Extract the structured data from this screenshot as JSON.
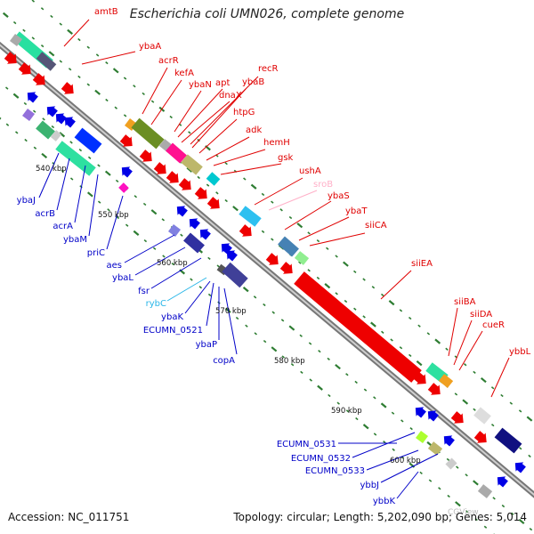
{
  "title": "Escherichia coli UMN026, complete genome",
  "accession_label": "Accession:",
  "accession": "NC_011751",
  "topology_label": "Topology:",
  "topology": "circular",
  "length_label": "Length:",
  "length": "5,202,090 bp",
  "genes_label": "Genes:",
  "genes": "5,014",
  "colors": {
    "forward_label": "#e00000",
    "reverse_label": "#0000c8",
    "rrna_label": "#ffb0c8",
    "ncrna_label": "#29b6e8",
    "backbone": "#888888",
    "tick": "#2e7d32"
  },
  "kbp_markers": [
    "540 kbp",
    "550 kbp",
    "560 kbp",
    "570 kbp",
    "580 kbp",
    "590 kbp",
    "600 kbp"
  ],
  "forward_genes": [
    "amtB",
    "ybaA",
    "acrR",
    "kefA",
    "ybaN",
    "apt",
    "dnaX",
    "recR",
    "ybaB",
    "htpG",
    "adk",
    "hemH",
    "gsk",
    "ushA",
    "sroB",
    "ybaS",
    "ybaT",
    "siiCA",
    "siiEA",
    "siiBA",
    "siiDA",
    "cueR",
    "ybbL"
  ],
  "reverse_genes": [
    "ybaJ",
    "acrB",
    "acrA",
    "ybaM",
    "priC",
    "aes",
    "ybaL",
    "fsr",
    "rybC",
    "ybaK",
    "ECUMN_0521",
    "ybaP",
    "copA",
    "ECUMN_0531",
    "ECUMN_0532",
    "ECUMN_0533",
    "ybbJ",
    "ybbK"
  ],
  "watermark": "CGView"
}
